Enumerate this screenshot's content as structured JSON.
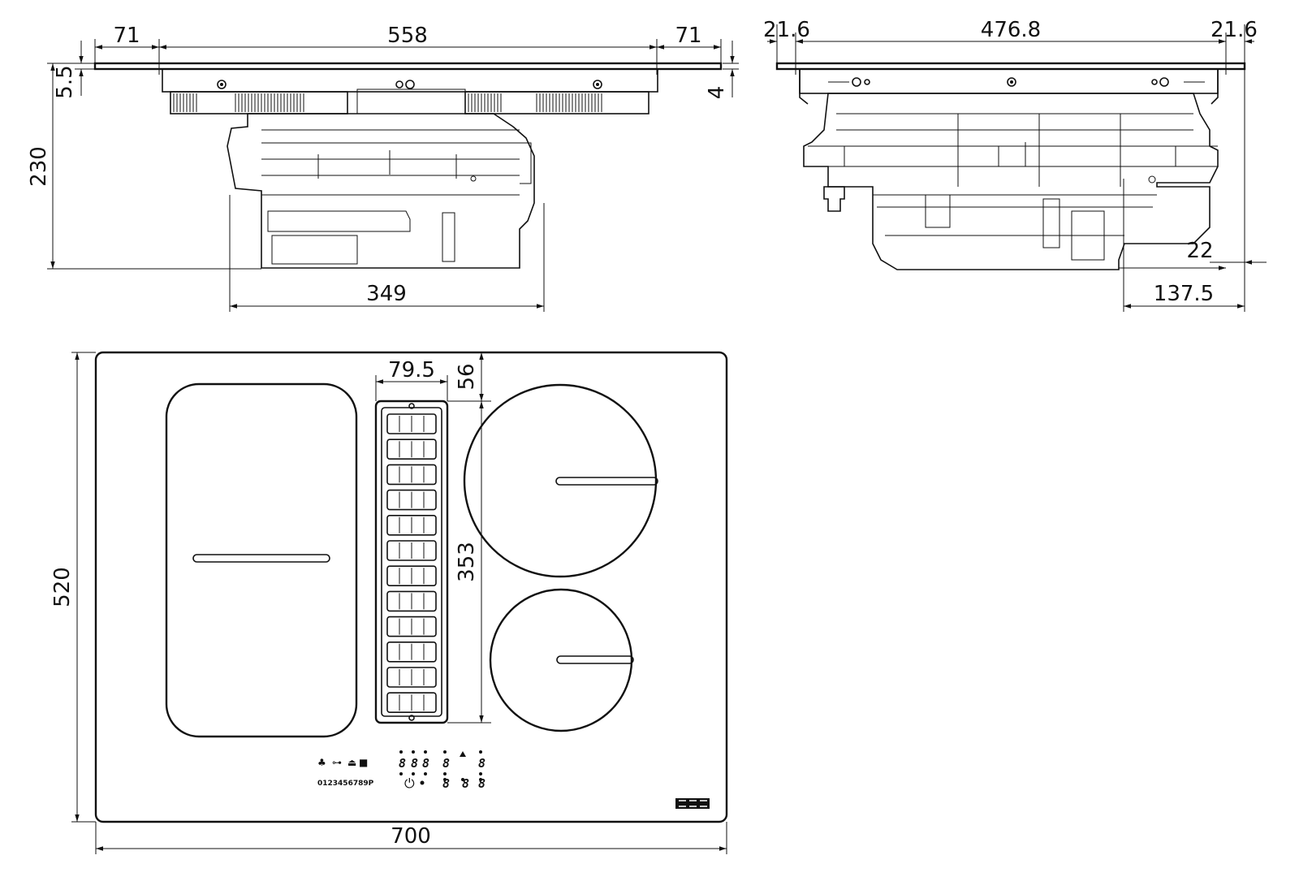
{
  "dimensions": {
    "front_view": {
      "overhang_left": "71",
      "overall_width": "558",
      "overhang_right": "71",
      "glass_thickness": "5.5",
      "total_height": "230",
      "frame_thickness": "4",
      "body_width": "349"
    },
    "side_view": {
      "overhang_left": "21.6",
      "overall_depth": "476.8",
      "overhang_right": "21.6",
      "bottom_offset": "22",
      "rear_clearance": "137.5"
    },
    "top_view": {
      "vent_width": "79.5",
      "vent_offset": "56",
      "vent_length": "353",
      "hob_depth": "520",
      "hob_width": "700"
    }
  },
  "control_panel": {
    "scale_digits": "0123456789P",
    "segment_display": "8"
  },
  "icons": {
    "power": "power-icon",
    "brand": "brand-logo-icon"
  }
}
